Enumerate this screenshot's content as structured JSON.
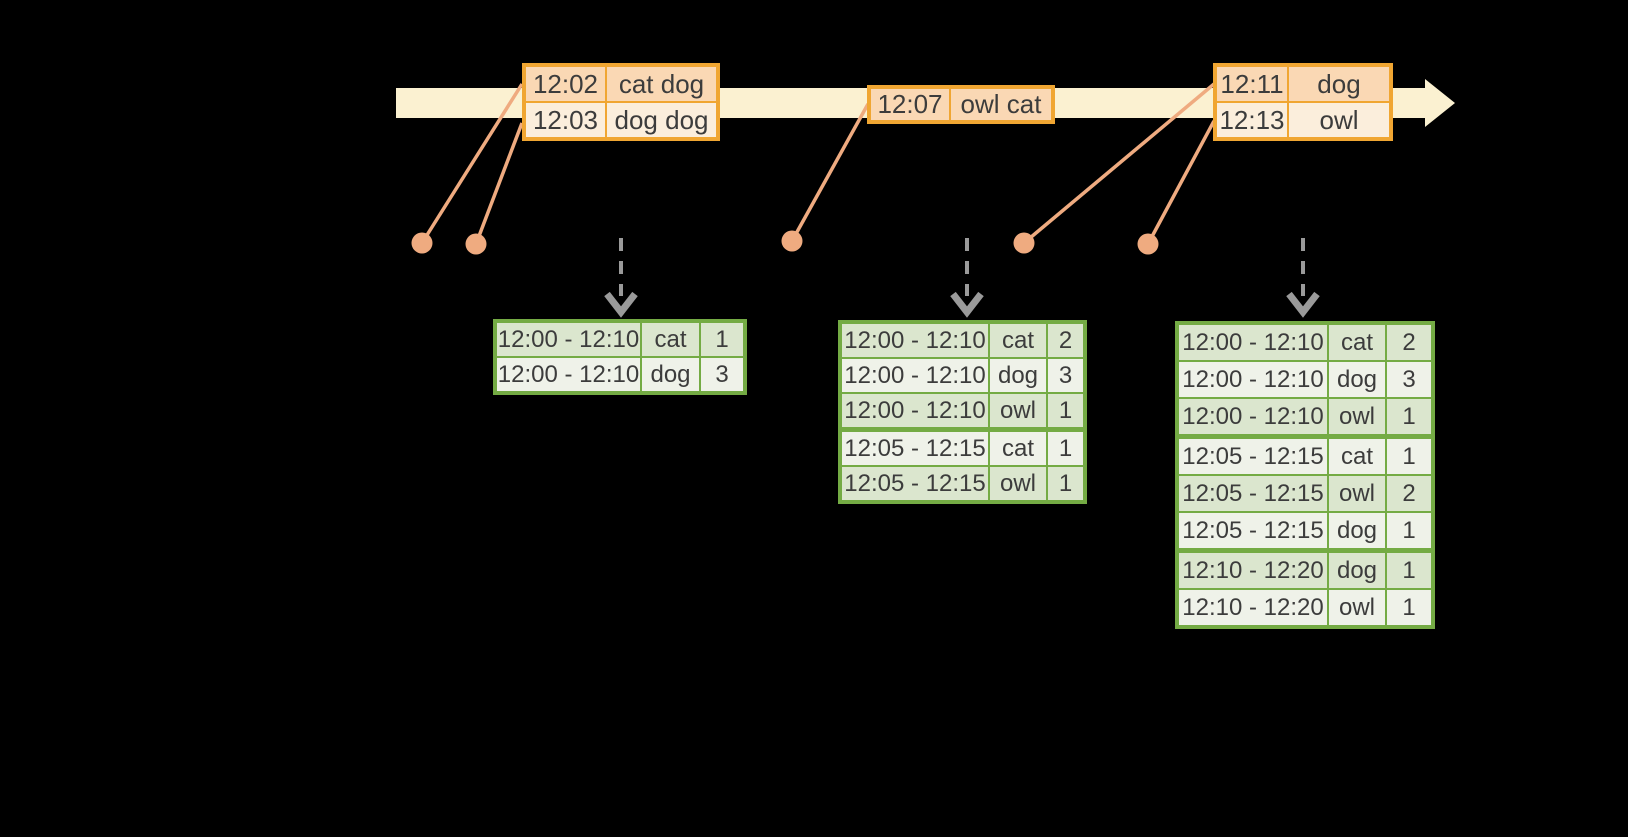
{
  "timeline": {
    "event_batches": [
      {
        "rows": [
          [
            "12:02",
            "cat dog"
          ],
          [
            "12:03",
            "dog dog"
          ]
        ]
      },
      {
        "rows": [
          [
            "12:07",
            "owl cat"
          ]
        ]
      },
      {
        "rows": [
          [
            "12:11",
            "dog"
          ],
          [
            "12:13",
            "owl"
          ]
        ]
      }
    ]
  },
  "result_tables": [
    {
      "rows": [
        [
          "12:00 - 12:10",
          "cat",
          "1"
        ],
        [
          "12:00 - 12:10",
          "dog",
          "3"
        ]
      ]
    },
    {
      "rows": [
        [
          "12:00 - 12:10",
          "cat",
          "2"
        ],
        [
          "12:00 - 12:10",
          "dog",
          "3"
        ],
        [
          "12:00 - 12:10",
          "owl",
          "1"
        ],
        [
          "12:05 - 12:15",
          "cat",
          "1"
        ],
        [
          "12:05 - 12:15",
          "owl",
          "1"
        ]
      ]
    },
    {
      "rows": [
        [
          "12:00 - 12:10",
          "cat",
          "2"
        ],
        [
          "12:00 - 12:10",
          "dog",
          "3"
        ],
        [
          "12:00 - 12:10",
          "owl",
          "1"
        ],
        [
          "12:05 - 12:15",
          "cat",
          "1"
        ],
        [
          "12:05 - 12:15",
          "owl",
          "2"
        ],
        [
          "12:05 - 12:15",
          "dog",
          "1"
        ],
        [
          "12:10 - 12:20",
          "dog",
          "1"
        ],
        [
          "12:10 - 12:20",
          "owl",
          "1"
        ]
      ]
    }
  ],
  "colors": {
    "background": "#000000",
    "timeline_fill": "#FBF1D1",
    "event_table_border": "#F0A632",
    "event_row_dark": "#FAD8B4",
    "event_row_light": "#FBEEDC",
    "connector_dot": "#EFAB80",
    "trigger_arrow_gray": "#9A9A9A",
    "result_table_border": "#74AB44",
    "result_row_dark": "#DBE6CE",
    "result_row_light": "#EFF2E9",
    "text": "#3C3C3C"
  }
}
